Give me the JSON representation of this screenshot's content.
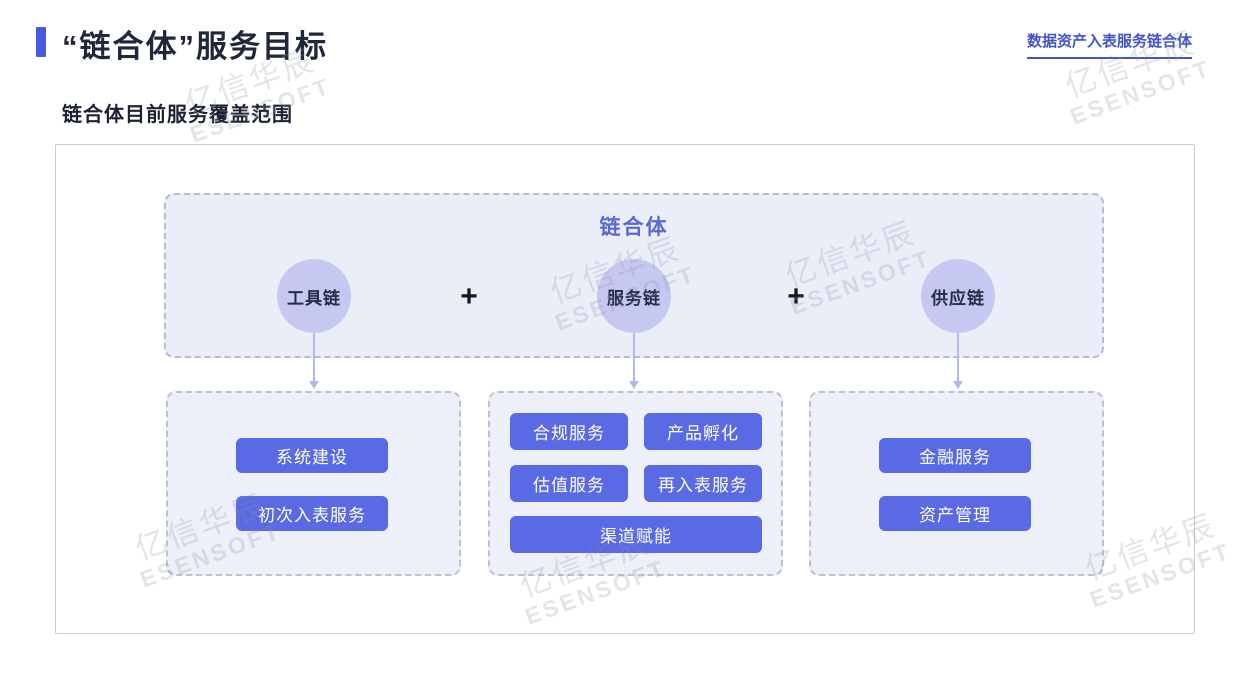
{
  "header": {
    "title": "“链合体”服务目标",
    "corner_link": "数据资产入表服务链合体"
  },
  "subtitle": "链合体目前服务覆盖范围",
  "diagram": {
    "chain": {
      "title": "链合体",
      "nodes": [
        "工具链",
        "服务链",
        "供应链"
      ],
      "plus": "+"
    },
    "groups": [
      {
        "items": [
          "系统建设",
          "初次入表服务"
        ]
      },
      {
        "items": [
          "合规服务",
          "产品孵化",
          "估值服务",
          "再入表服务",
          "渠道赋能"
        ]
      },
      {
        "items": [
          "金融服务",
          "资产管理"
        ]
      }
    ]
  },
  "watermark": {
    "cn": "亿信华辰",
    "en": "ESENSOFT"
  },
  "colors": {
    "accent": "#4a59e0",
    "link": "#4353cb",
    "chain_title": "#5968d4",
    "node_fill": "#c5c9f1",
    "button_fill": "#5a69e4",
    "box_fill": "#ebeef8",
    "arrow": "#b5baee"
  }
}
